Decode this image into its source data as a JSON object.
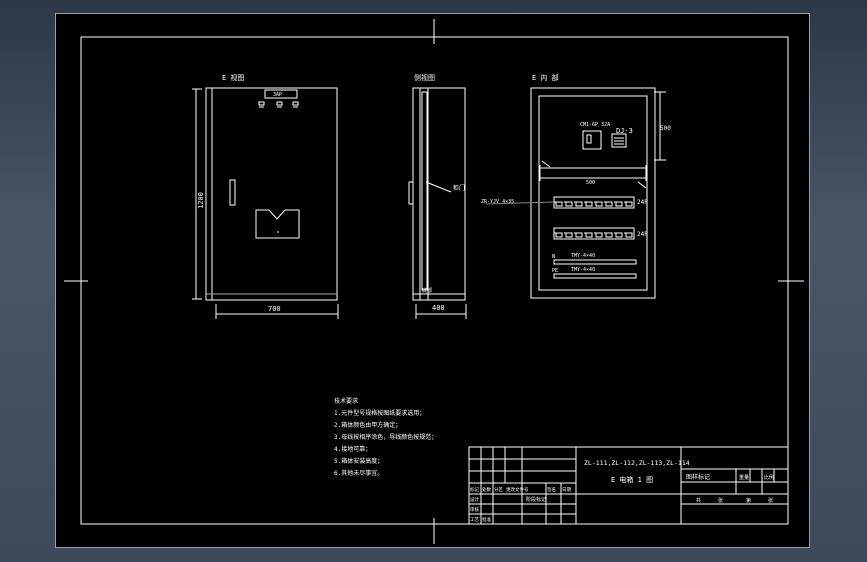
{
  "viewport": {
    "background": "#000000",
    "stroke": "#ffffff",
    "accent": "#00ff00"
  },
  "front_view": {
    "label": "E 视图",
    "badge": "3AP",
    "height_dim": "1200",
    "width_dim": "700"
  },
  "side_view": {
    "label": "侧视图",
    "door_label": "柜门",
    "bottom_label": "底部",
    "depth_dim": "400"
  },
  "internal_view": {
    "label": "E 内 部",
    "breaker_main": "CM1-6P 32A",
    "module": "DJ-3",
    "dim_vertical": "500",
    "dim_horizontal": "500",
    "cable_label": "ZR-YJV 4×35",
    "row1_label": "24P",
    "row2_label": "24P",
    "busbar_n": "N",
    "busbar_pe": "PE",
    "busbar_n_text": "TMY-4×40",
    "busbar_pe_text": "TMY-4×40"
  },
  "notes": {
    "title": "技术要求",
    "lines": [
      "1.元件型号规格按图纸要求选用；",
      "2.箱体颜色由甲方确定；",
      "3.母线按相序涂色，导线颜色按规范；",
      "4.接地可靠；",
      "5.箱体安装高度；",
      "6.其他未尽事宜。"
    ]
  },
  "title_block": {
    "project": "ZL-111,ZL-112,ZL-113,ZL-114",
    "drawing_name": "E 电箱 1 图",
    "sign_labels": [
      "设计",
      "审核",
      "工艺",
      "批准"
    ],
    "left_headers": [
      "标记",
      "处数",
      "分区",
      "更改文件号",
      "签名",
      "日期"
    ],
    "left_mid": "阶段标记",
    "right_top": "图样标记",
    "right_cols": [
      "重量",
      "比例"
    ],
    "right_sheet": [
      "共",
      "张",
      "第",
      "张"
    ]
  }
}
